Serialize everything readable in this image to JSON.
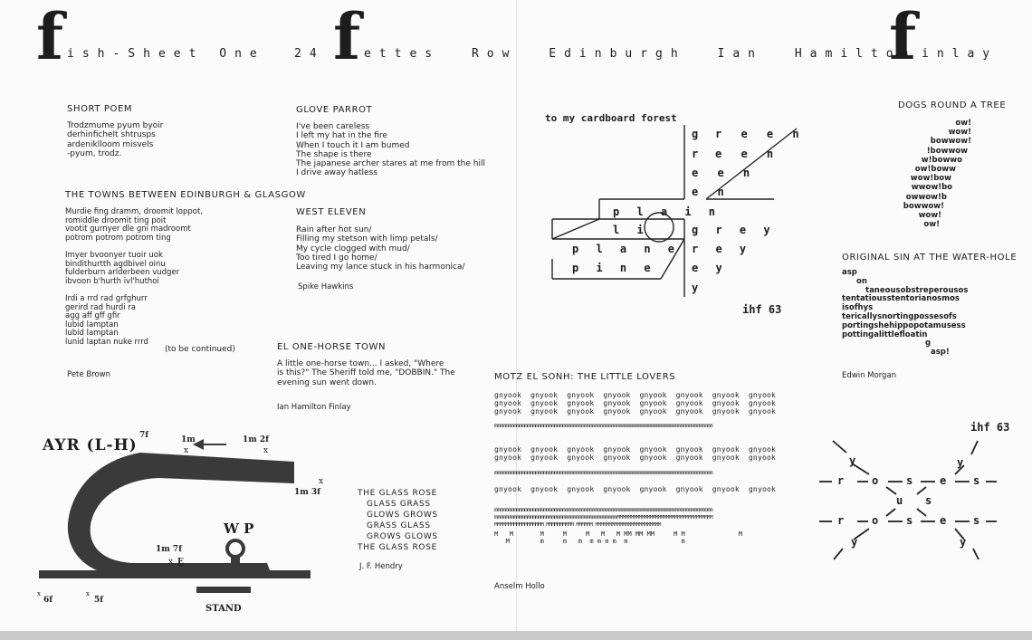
{
  "header": {
    "f1": "f",
    "part1": "ish-Sheet One",
    "num": "24",
    "f2": "f",
    "part2": "ettes  Row  Edinburgh  Ian  Hamilton",
    "f3": "f",
    "part3": "inlay"
  },
  "short_poem": {
    "title": "SHORT POEM",
    "body": "Trodzmume pyum byoir\nderhinfichelt shtrusps\nardeniklloom misvels\n-pyum, trodz."
  },
  "towns": {
    "title": "THE TOWNS BETWEEN EDINBURGH & GLASGOW",
    "body": "Murdie fing dramm, droomit loppot,\nromiddle droomit ting poit\nvootit gurnyer dle gni madroomt\npotrom potrom potrom ting\n\nImyer bvoonyer tuoir uok\nbindithurtth agdbivel oinu\nfulderburn arlderbeen vudger\nibvoon b'hurth ivl'huthoi\n\nIrdi a rrd rad grfghurr\ngerird rad hurdi ra\nagg aff gff gfir\nlubid lamptan\nlubid lamptan\nlunid laptan nuke rrrd",
    "continued": "(to be continued)",
    "author": "Pete Brown"
  },
  "glove_parrot": {
    "title": "GLOVE PARROT",
    "body": "I've been careless\nI left my hat in the fire\nWhen I touch it I am bumed\nThe shape is there\nThe japanese archer stares at me from the hill\nI drive away hatless"
  },
  "west_eleven": {
    "title": "WEST ELEVEN",
    "body": "Rain after hot sun/\nFilling my stetson with limp petals/\nMy cycle clogged with mud/\nToo tired I go home/\nLeaving my lance stuck in his harmonica/",
    "author": "Spike Hawkins"
  },
  "one_horse": {
    "title": "EL ONE-HORSE TOWN",
    "body": "A little one-horse town... I asked, \"Where\nis this?\" The Sheriff told me, \"DOBBIN.\" The\nevening sun went down.",
    "author": "Ian Hamilton Finlay"
  },
  "ayr": {
    "title": "AYR (L-H)",
    "m7f_top": "7f",
    "m1m": "1m",
    "m1m2f": "1m 2f",
    "m1m3f": "1m 3f",
    "m1m7f": "1m 7f",
    "wp": "W P",
    "e": "E",
    "m6f": "6f",
    "m5f": "5f",
    "stand": "STAND",
    "x": "x"
  },
  "glass_rose": {
    "lines": [
      "THE GLASS ROSE",
      "GLASS GRASS",
      "GLOWS GROWS",
      "GRASS GLASS",
      "GROWS GLOWS",
      "THE GLASS ROSE"
    ],
    "author": "J. F. Hendry"
  },
  "cardboard": {
    "title": "to my cardboard forest",
    "letters": {
      "col_g": "g",
      "green": "r e e n",
      "reen1": "r",
      "reen1b": "e e n",
      "een": "e e n",
      "en": "e n",
      "plain": "p l a i n",
      "li": "l i",
      "grey": "g r e y",
      "plane": "p l a n e",
      "rey": "r e y",
      "pine": "p i n e",
      "ey": "e y",
      "y": "y"
    },
    "sig": "ihf 63"
  },
  "motz": {
    "title": "MOTZ EL SONH: THE LITTLE LOVERS",
    "gnyook": "gnyook  gnyook  gnyook  gnyook  gnyook  gnyook  gnyook  gnyook",
    "mm": "mmmmmmmmmmmmmmmmmmmmmmmmmmmmmmmmmmmmmmmmmmmmmmmmmmmmmmmmmmmmmmmmmmmmmmmmmmmmmmmm",
    "mmM": "mmmmmmmmmmmmmmmmmmmmmmmmmmmmmmmmmmmmmmmmmmmmmMMMMMMMMMMMMMMMMMMMMMMMMMMMMMMMMMMM",
    "MM": "MMMMMMMMMMMMMMMMMM  MMMMMMMMMM  MMMMMM  MMMMMMMMMMMMMMMMMMMMMMMM",
    "Msparse1": "M   M       M     M     M   M   M MM MM MM     M M              M",
    "Msparse2": "   M        m     m   m  m m m m  m              m",
    "author": "Anselm Hollo"
  },
  "dogs": {
    "title": "DOGS ROUND A TREE",
    "lines": [
      "ow!",
      "wow!",
      "bowwow!",
      "!bowwow",
      "w!bowwo",
      "ow!boww",
      "wow!bow",
      "wwow!bo",
      "owwow!b",
      "bowwow!",
      "wow!",
      "ow!"
    ]
  },
  "original_sin": {
    "title": "ORIGINAL SIN AT THE WATER-HOLE",
    "lines": [
      "asp",
      "on",
      "taneousobstreperousos",
      "tentatiousstentorianosmos",
      "isofhys",
      "tericallysnortingpossesofs",
      "portingshehippopotamusess",
      "pottingalittlefloatin",
      "g",
      "asp!"
    ],
    "author": "Edwin Morgan"
  },
  "rose_diagram": {
    "sig": "ihf 63",
    "r": "r",
    "o": "o",
    "s": "s",
    "e": "e",
    "u": "u",
    "y": "y"
  }
}
